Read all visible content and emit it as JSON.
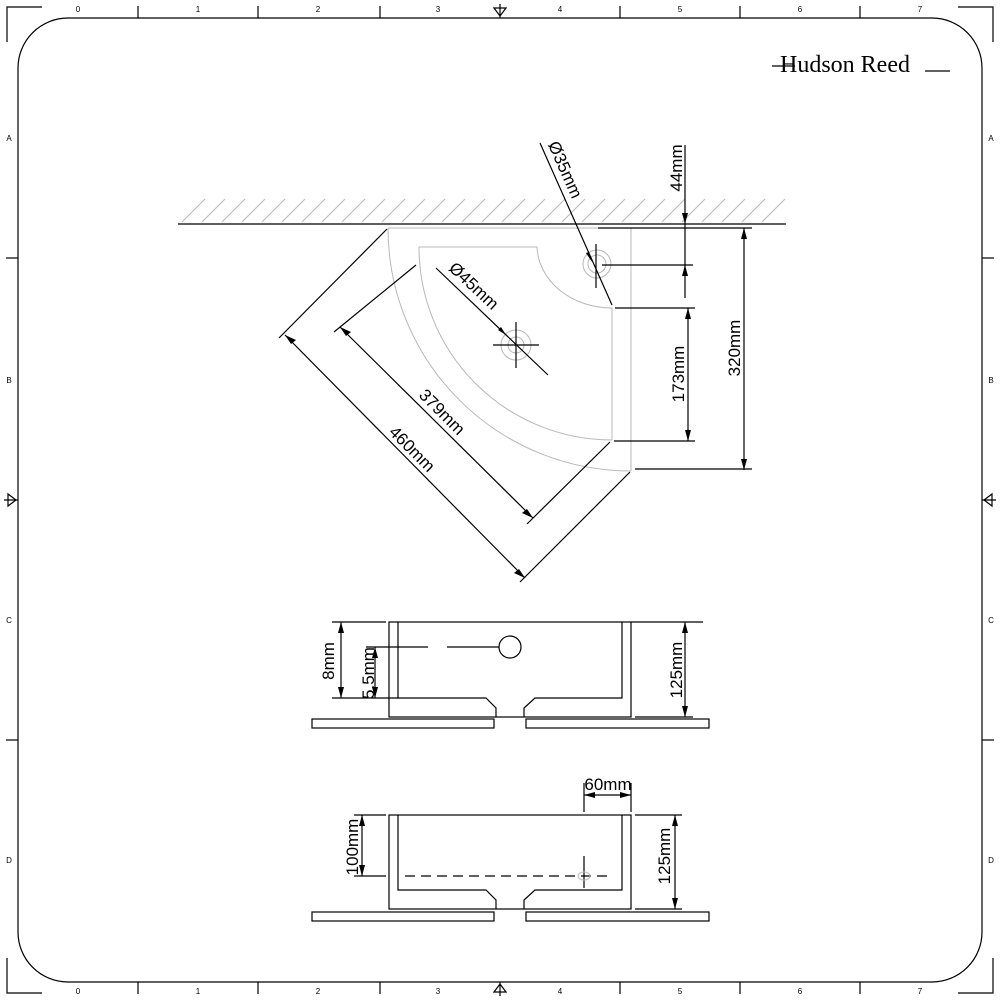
{
  "brand": {
    "logo": "Hudson Reed"
  },
  "frame": {
    "column_labels": [
      "0",
      "1",
      "2",
      "3",
      "4",
      "5",
      "6",
      "7"
    ],
    "row_labels": [
      "A",
      "B",
      "C",
      "D"
    ]
  },
  "plan_view": {
    "tap_hole_dia": "Ø35mm",
    "waste_dia": "Ø45mm",
    "inner_width": "379mm",
    "outer_width": "460mm",
    "tap_offset": "44mm",
    "basin_depth": "173mm",
    "overall_depth": "320mm"
  },
  "front_elevation": {
    "height": "125mm",
    "dim_a": "8mm",
    "dim_b": "5.5mm"
  },
  "side_elevation": {
    "height": "125mm",
    "inner_depth": "100mm",
    "offset": "60mm"
  }
}
